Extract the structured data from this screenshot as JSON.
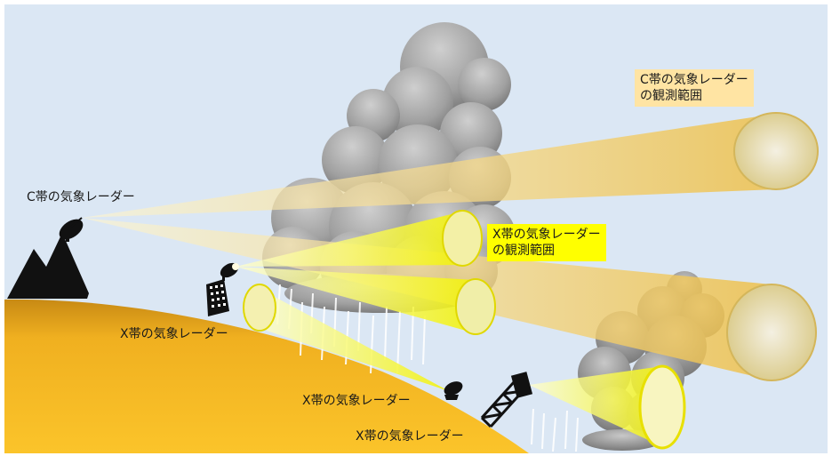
{
  "colors": {
    "sky": "#dbe7f4",
    "ground": "#f2b21e",
    "c_band_beam": "#f2d37a",
    "x_band_beam": "#ffff33",
    "cloud": "#8a8a8a",
    "c_label_bg": "#ffe4a3",
    "x_label_bg": "#ffff00"
  },
  "labels": {
    "c_radar": "C帯の気象レーダー",
    "x_radar_building": "X帯の気象レーダー",
    "x_radar_ground": "X帯の気象レーダー",
    "x_radar_tower": "X帯の気象レーダー",
    "c_range_line1": "C帯の気象レーダー",
    "c_range_line2": "の観測範囲",
    "x_range_line1": "X帯の気象レーダー",
    "x_range_line2": "の観測範囲"
  },
  "icons": [
    "mountain-icon",
    "c-band-radar-dish-icon",
    "building-radar-icon",
    "ground-radar-dish-icon",
    "tower-radar-icon",
    "cumulonimbus-cloud-icon",
    "rain-icon"
  ]
}
